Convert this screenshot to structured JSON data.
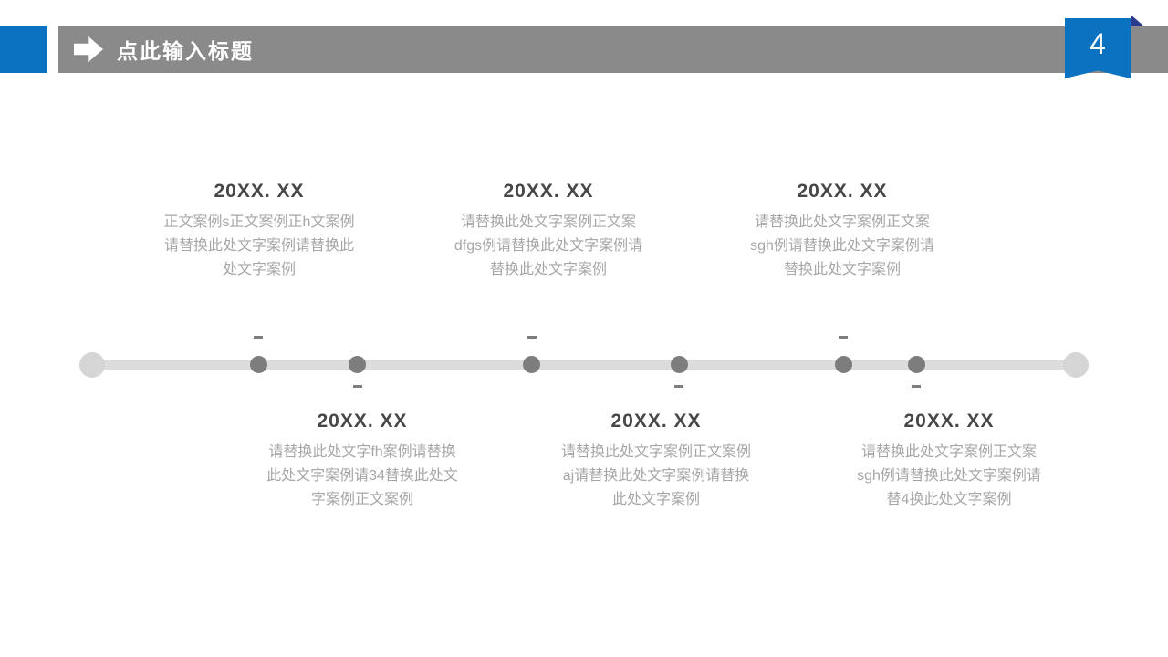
{
  "header": {
    "title": "点此输入标题",
    "arrow_icon": "right-arrow-icon",
    "page_number": "4"
  },
  "colors": {
    "accent_blue": "#0a72c0",
    "ribbon_fold_navy": "#2b3c8e",
    "bar_gray": "#8a8a8a",
    "date_text_gray": "#474747",
    "body_text_gray": "#a6a6a6",
    "track_gray": "#dcdcdc",
    "endcap_gray": "#d5d5d5",
    "dot_gray": "#7d7d7d"
  },
  "timeline": {
    "top_items": [
      {
        "date": "20XX. XX",
        "lines": [
          "正文案例s正文案例正h文案例",
          "请替换此处文字案例请替换此",
          "处文字案例"
        ]
      },
      {
        "date": "20XX. XX",
        "lines": [
          "请替换此处文字案例正文案",
          "dfgs例请替换此处文字案例请",
          "替换此处文字案例"
        ]
      },
      {
        "date": "20XX. XX",
        "lines": [
          "请替换此处文字案例正文案",
          "sgh例请替换此处文字案例请",
          "替换此处文字案例"
        ]
      }
    ],
    "bottom_items": [
      {
        "date": "20XX. XX",
        "lines": [
          "请替换此处文字fh案例请替换",
          "此处文字案例请34替换此处文",
          "字案例正文案例"
        ]
      },
      {
        "date": "20XX. XX",
        "lines": [
          "请替换此处文字案例正文案例",
          "aj请替换此处文字案例请替换",
          "此处文字案例"
        ]
      },
      {
        "date": "20XX. XX",
        "lines": [
          "请替换此处文字案例正文案",
          "sgh例请替换此处文字案例请",
          "替4换此处文字案例"
        ]
      }
    ]
  }
}
